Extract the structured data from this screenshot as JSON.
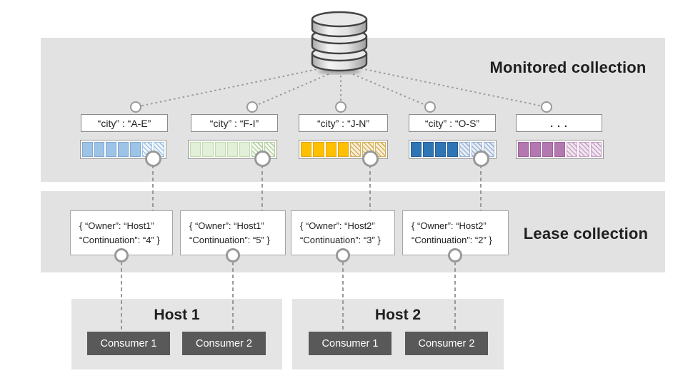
{
  "colors": {
    "section_bg": "#E2E2E2",
    "host_bg": "#E5E5E5",
    "consumer_bg": "#595959",
    "connector": "#999999"
  },
  "monitored_collection": {
    "title": "Monitored collection",
    "partitions": [
      {
        "label": "“city” : “A-E”",
        "solid_color": "#9DC3E6",
        "seg_border": "#7FA8D1",
        "hatch_color": "#9DC3E6",
        "hatch_bg": "#F3F7FC",
        "segments_solid": 5,
        "segments_hatched": 2
      },
      {
        "label": "“city” : “F-I”",
        "solid_color": "#E2EFD9",
        "seg_border": "#C2DBAE",
        "hatch_color": "#B5CFA0",
        "hatch_bg": "#F4F9F0",
        "segments_solid": 5,
        "segments_hatched": 2
      },
      {
        "label": "“city” : “J-N”",
        "solid_color": "#FFC000",
        "seg_border": "#DFA618",
        "hatch_color": "#D6B05C",
        "hatch_bg": "#F8EFD8",
        "segments_solid": 4,
        "segments_hatched": 3
      },
      {
        "label": "“city” : “O-S”",
        "solid_color": "#2E75B6",
        "seg_border": "#255E92",
        "hatch_color": "#9AB3D5",
        "hatch_bg": "#E9EEF6",
        "segments_solid": 4,
        "segments_hatched": 3
      },
      {
        "label": ". . .",
        "solid_color": "#B478B0",
        "seg_border": "#9C619A",
        "hatch_color": "#C9A0C6",
        "hatch_bg": "#F1E7F0",
        "segments_solid": 4,
        "segments_hatched": 3
      }
    ]
  },
  "lease_collection": {
    "title": "Lease collection",
    "leases": [
      {
        "line1": "{ “Owner”: “Host1”",
        "line2": "“Continuation”: “4” }"
      },
      {
        "line1": "{ “Owner”: “Host1”",
        "line2": "“Continuation”: “5” }"
      },
      {
        "line1": "{ “Owner”: “Host2”",
        "line2": "“Continuation”: “3” }"
      },
      {
        "line1": "{ “Owner”: “Host2”",
        "line2": "“Continuation”: “2” }"
      }
    ]
  },
  "hosts": [
    {
      "title": "Host 1",
      "consumers": [
        "Consumer 1",
        "Consumer 2"
      ]
    },
    {
      "title": "Host 2",
      "consumers": [
        "Consumer 1",
        "Consumer 2"
      ]
    }
  ]
}
